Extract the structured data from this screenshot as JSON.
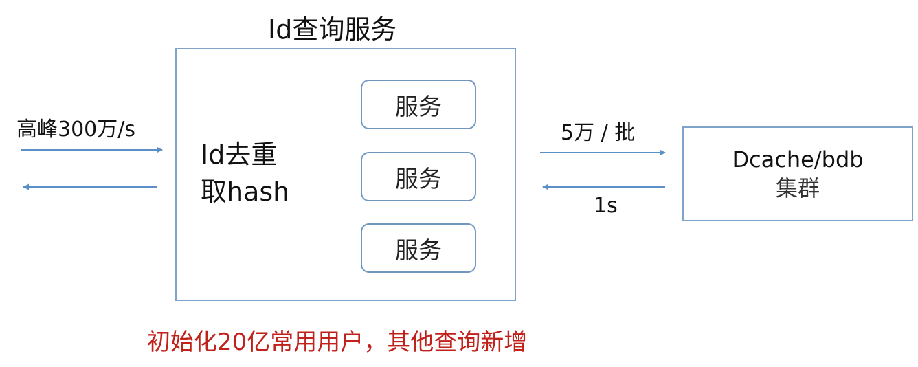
{
  "diagram": {
    "title": "Id查询服务",
    "inbound": {
      "rate_label": "高峰300万/s"
    },
    "core": {
      "process_line1": "Id去重",
      "process_line2": "取hash",
      "services": [
        {
          "label": "服务"
        },
        {
          "label": "服务"
        },
        {
          "label": "服务"
        }
      ]
    },
    "backend": {
      "batch_label": "5万 / 批",
      "latency_label": "1s",
      "cluster_line1": "Dcache/bdb",
      "cluster_line2": "集群"
    },
    "note": "初始化20亿常用用户，其他查询新增",
    "colors": {
      "box_border": "#7fa4c8",
      "arrow": "#5b8fc7",
      "note_text": "#c0211a"
    }
  }
}
